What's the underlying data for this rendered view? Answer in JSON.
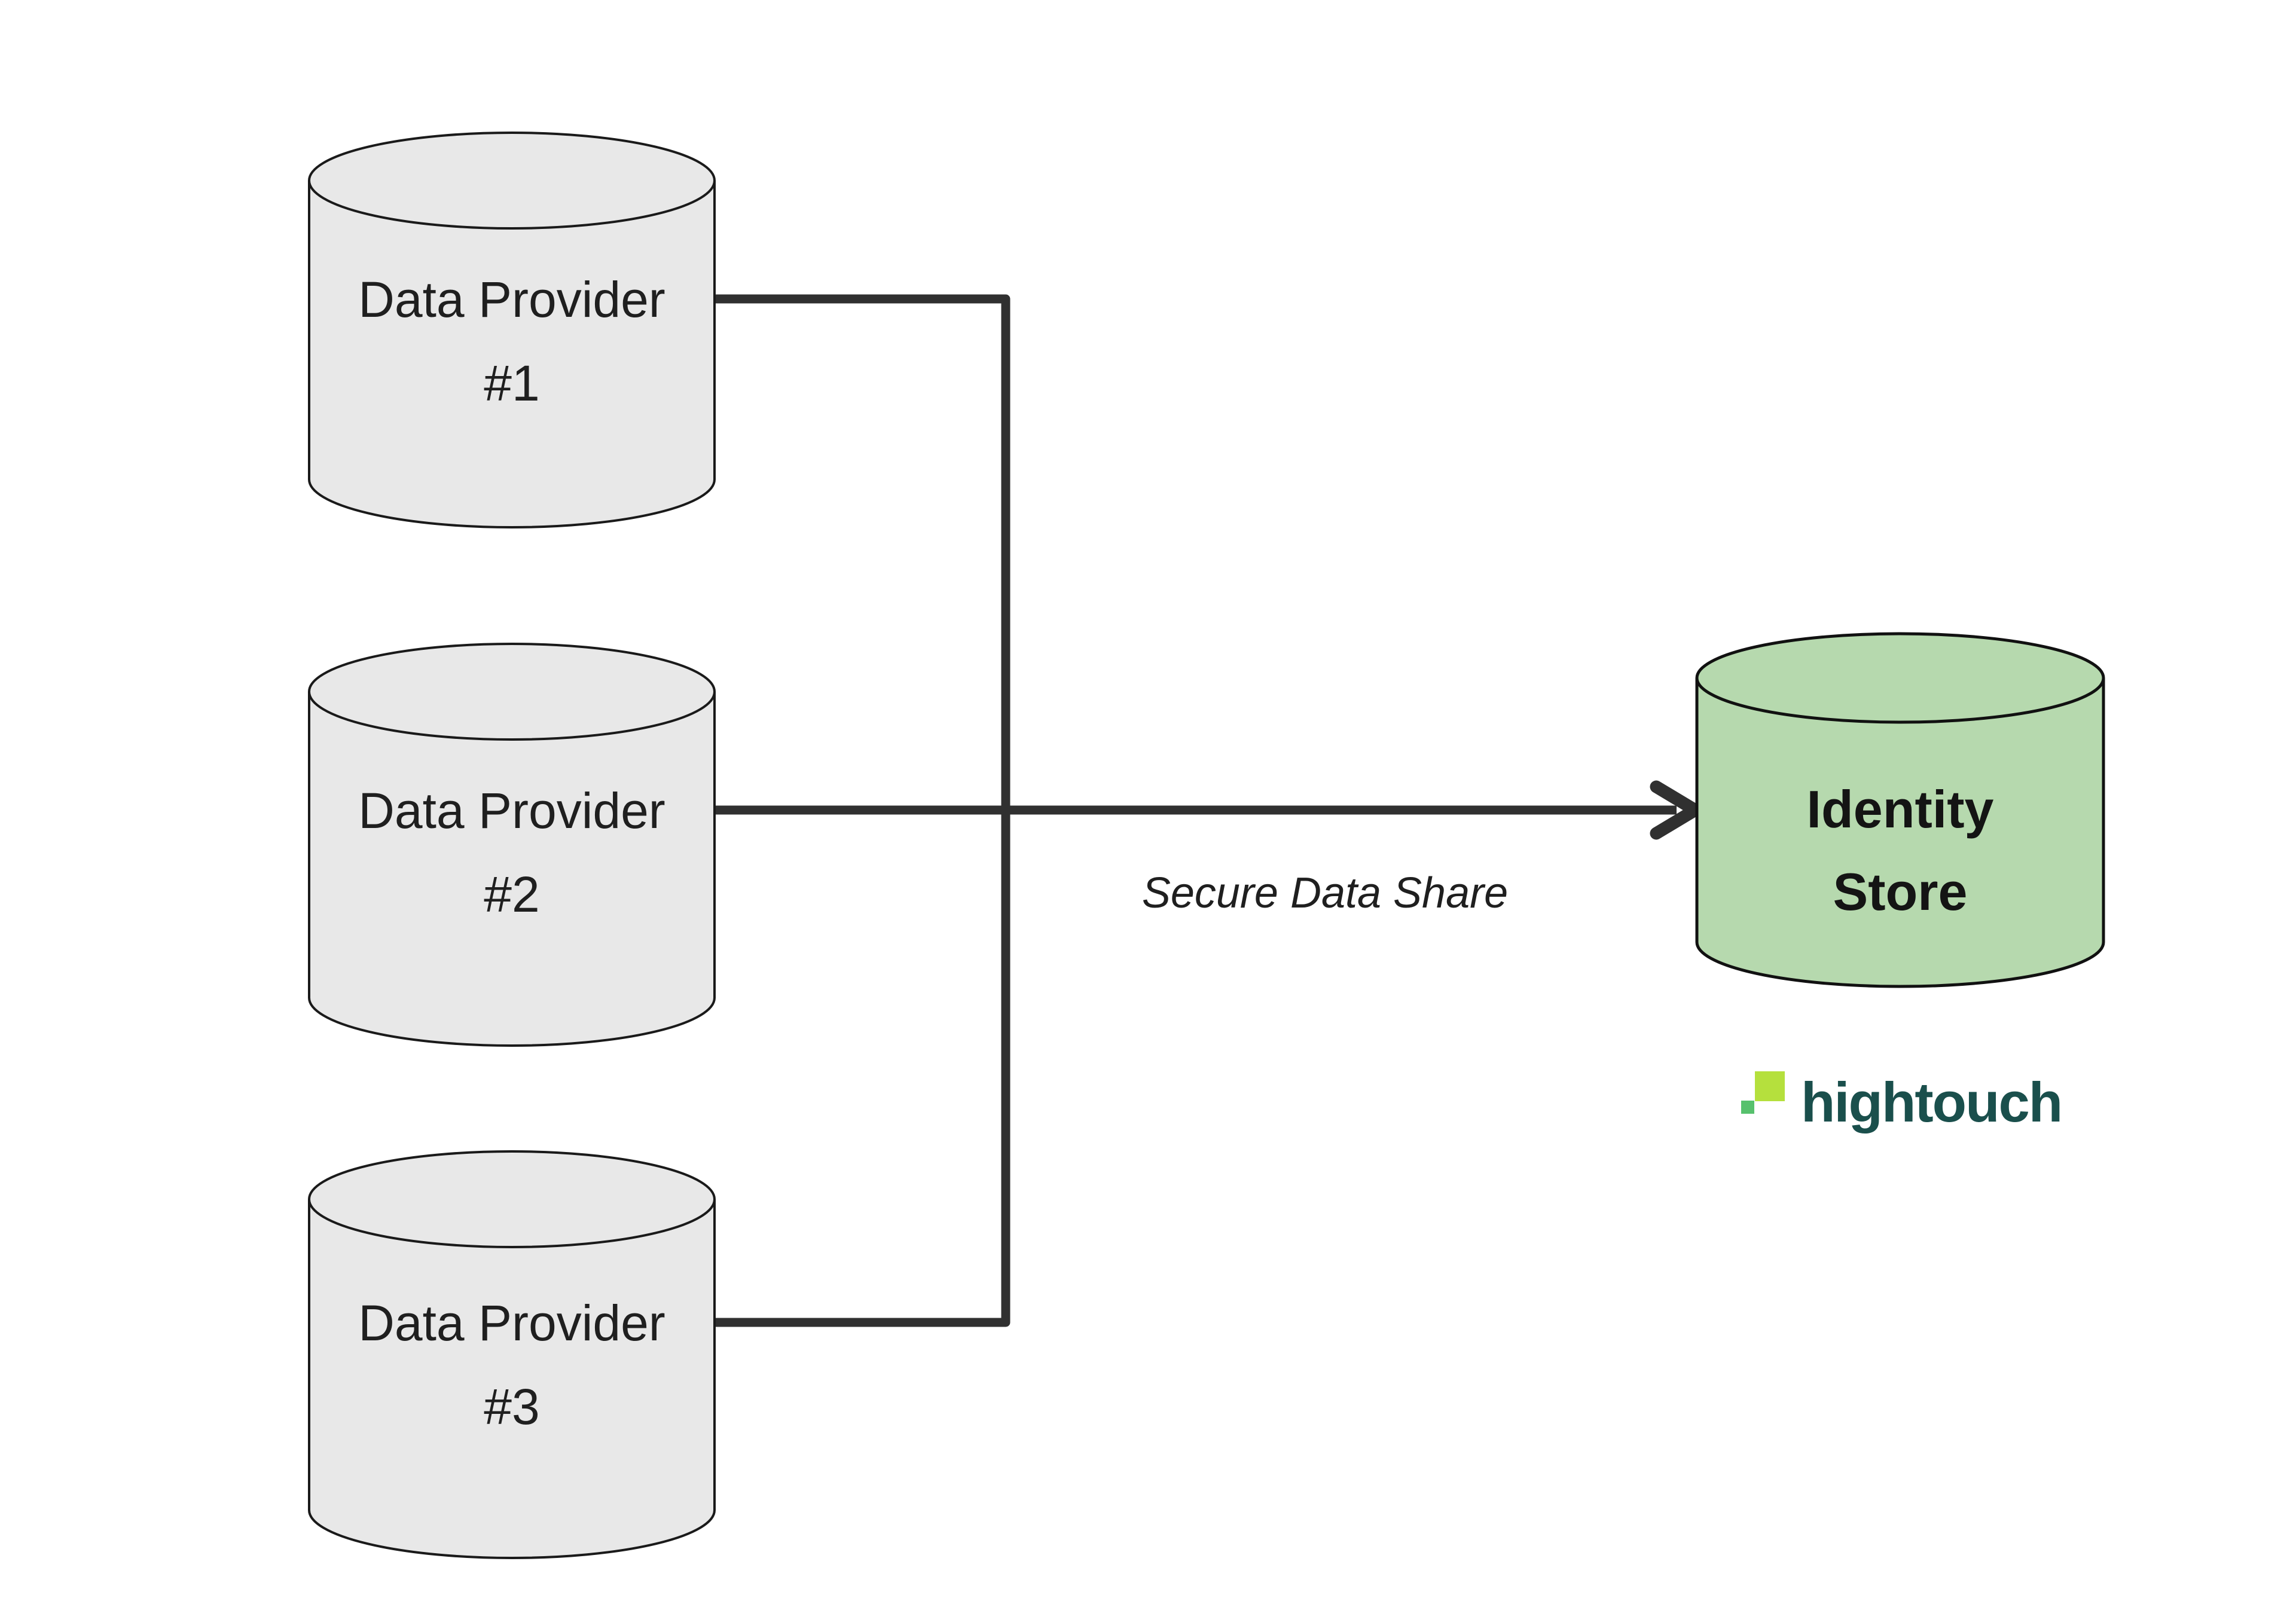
{
  "providers": [
    {
      "line1": "Data Provider",
      "line2": "#1"
    },
    {
      "line1": "Data Provider",
      "line2": "#2"
    },
    {
      "line1": "Data Provider",
      "line2": "#3"
    }
  ],
  "identity_store": {
    "line1": "Identity",
    "line2": "Store"
  },
  "edge_label": "Secure Data Share",
  "logo": {
    "text": "hightouch"
  },
  "colors": {
    "background": "#ffffff",
    "provider_fill": "#e8e8e8",
    "provider_stroke": "#1a1a1a",
    "identity_fill": "#b6d9ae",
    "identity_stroke": "#111111",
    "connector": "#303030",
    "label_text": "#1f1f1f",
    "logo_lime": "#b5e03d",
    "logo_green": "#57c16d",
    "logo_wordmark": "#1a4f4c"
  }
}
